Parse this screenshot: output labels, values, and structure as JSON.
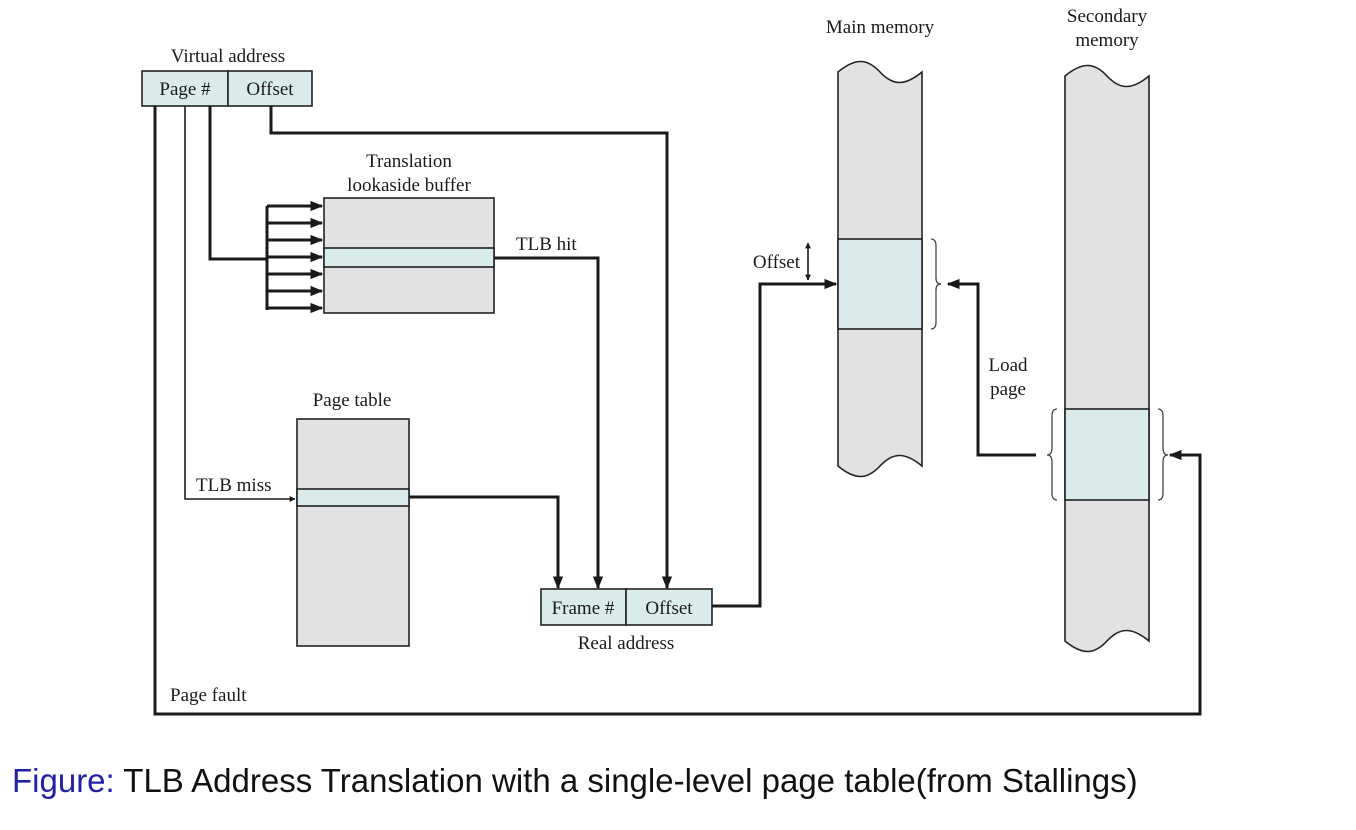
{
  "labels": {
    "virtual_address": "Virtual address",
    "page_num": "Page #",
    "offset_va": "Offset",
    "tlb_title_line1": "Translation",
    "tlb_title_line2": "lookaside buffer",
    "tlb_hit": "TLB hit",
    "tlb_miss": "TLB miss",
    "page_table": "Page table",
    "frame_num": "Frame #",
    "offset_ra": "Offset",
    "real_address": "Real address",
    "main_memory": "Main memory",
    "secondary_memory_line1": "Secondary",
    "secondary_memory_line2": "memory",
    "offset_mm": "Offset",
    "load_page_line1": "Load",
    "load_page_line2": "page",
    "page_fault": "Page fault"
  },
  "caption": {
    "prefix": "Figure:",
    "text": "TLB Address Translation with a single-level page table(from Stallings)"
  },
  "colors": {
    "box_fill": "#e2e2e4",
    "highlight_fill": "#d9ebea",
    "line": "#1a1a1a",
    "caption_prefix": "#2020a8"
  }
}
